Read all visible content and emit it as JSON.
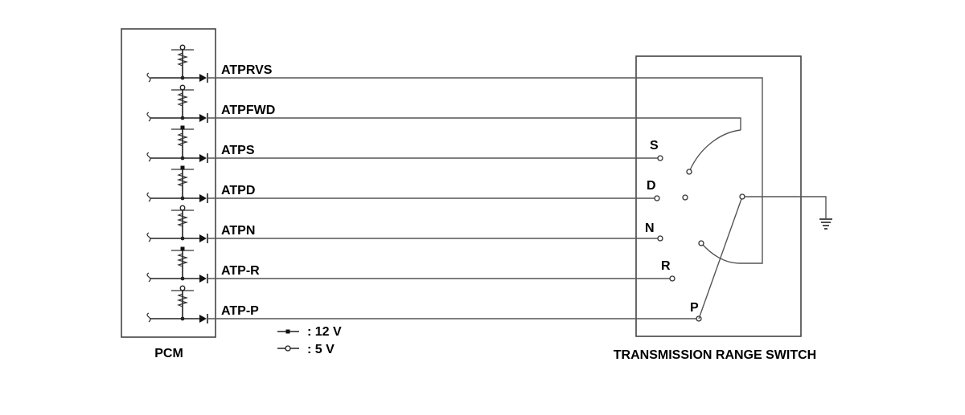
{
  "pcm": {
    "label": "PCM"
  },
  "switch": {
    "label": "TRANSMISSION RANGE SWITCH"
  },
  "signals": [
    {
      "name": "ATPRVS",
      "supply": "5V"
    },
    {
      "name": "ATPFWD",
      "supply": "5V"
    },
    {
      "name": "ATPS",
      "supply": "12V"
    },
    {
      "name": "ATPD",
      "supply": "12V"
    },
    {
      "name": "ATPN",
      "supply": "5V"
    },
    {
      "name": "ATP-R",
      "supply": "12V"
    },
    {
      "name": "ATP-P",
      "supply": "5V"
    }
  ],
  "positions": [
    "S",
    "D",
    "N",
    "R",
    "P"
  ],
  "legend": [
    {
      "symbol": "filled-square",
      "text": ": 12 V"
    },
    {
      "symbol": "open-circle",
      "text": ": 5 V"
    }
  ]
}
